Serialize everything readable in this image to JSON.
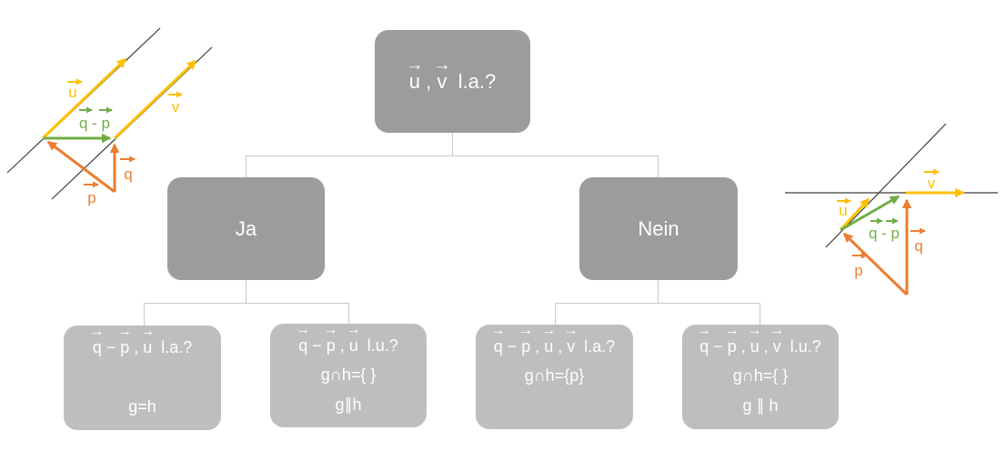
{
  "colors": {
    "vector_yellow": "#FFC000",
    "vector_green": "#70AD47",
    "vector_orange": "#ED7D31",
    "line_black": "#3C3C3C",
    "box_dark_gray": "#9C9C9C",
    "box_light_gray": "#BEBEBE",
    "connector_gray": "#C9C9C9",
    "text_white": "#FFFFFF"
  },
  "flowchart": {
    "root": {
      "formula": [
        {
          "t": "u",
          "vec": true
        },
        {
          "t": " , "
        },
        {
          "t": "v",
          "vec": true
        },
        {
          "t": "  l.a.?"
        }
      ]
    },
    "branch_yes": {
      "label": "Ja"
    },
    "branch_no": {
      "label": "Nein"
    },
    "leaves": [
      {
        "formula": [
          {
            "t": "q",
            "vec": true
          },
          {
            "t": " − "
          },
          {
            "t": "p",
            "vec": true
          },
          {
            "t": " , "
          },
          {
            "t": "u",
            "vec": true
          },
          {
            "t": "  l.a.?"
          }
        ],
        "line2": "",
        "line3": "g=h"
      },
      {
        "formula": [
          {
            "t": "q",
            "vec": true
          },
          {
            "t": " − "
          },
          {
            "t": "p",
            "vec": true
          },
          {
            "t": " , "
          },
          {
            "t": "u",
            "vec": true
          },
          {
            "t": "  l.u.?"
          }
        ],
        "line2": "g∩h={ }",
        "line3": "g∥h"
      },
      {
        "formula": [
          {
            "t": "q",
            "vec": true
          },
          {
            "t": " − "
          },
          {
            "t": "p",
            "vec": true
          },
          {
            "t": " , "
          },
          {
            "t": "u",
            "vec": true
          },
          {
            "t": " , "
          },
          {
            "t": "v",
            "vec": true
          },
          {
            "t": "  l.a.?"
          }
        ],
        "line2": "g∩h={p}",
        "line3": ""
      },
      {
        "formula": [
          {
            "t": "q",
            "vec": true
          },
          {
            "t": " − "
          },
          {
            "t": "p",
            "vec": true
          },
          {
            "t": " , "
          },
          {
            "t": "u",
            "vec": true
          },
          {
            "t": " , "
          },
          {
            "t": "v",
            "vec": true
          },
          {
            "t": "  l.u.?"
          }
        ],
        "line2": "g∩h={ }",
        "line3": "g ∥ h"
      }
    ]
  },
  "diagram_left": {
    "labels": {
      "u": "u",
      "v": "v",
      "q_minus_p": "q - p",
      "q": "q",
      "p": "p"
    }
  },
  "diagram_right": {
    "labels": {
      "u": "u",
      "v": "v",
      "q_minus_p": "q - p",
      "q": "q",
      "p": "p"
    }
  }
}
